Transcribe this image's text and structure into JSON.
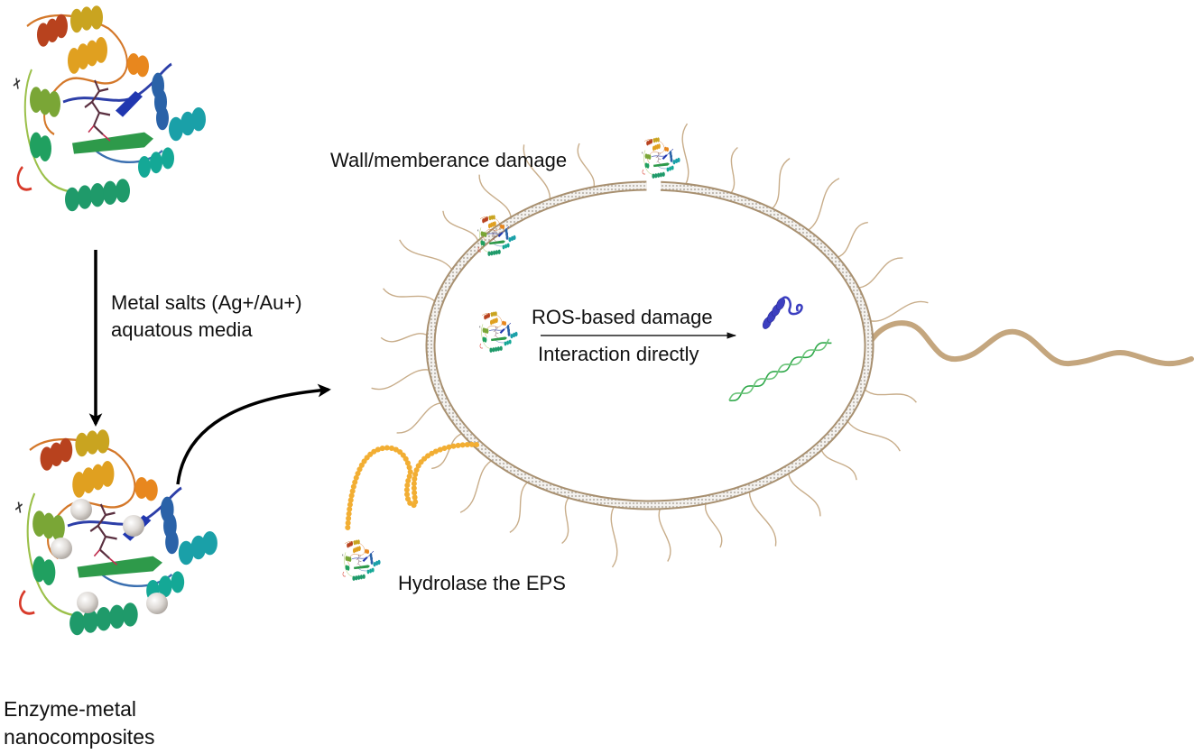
{
  "figure": {
    "title": "Antibacterial mechanism of enzyme-metal nanocomposites",
    "colors": {
      "membrane": "#a89070",
      "membrane_inner": "#e9e6e1",
      "fimbria": "#c8ad8a",
      "flagellum": "#c4a67e",
      "eps": "#f2ae33",
      "arrow": "#000000",
      "text": "#111111",
      "nanoparticle": "#d9d5d2",
      "target_protein": "#3c3fc0",
      "dna": "#2fa84a"
    }
  },
  "synthesis": {
    "enzyme_label": "enzyme-structure-icon",
    "step_label_line1": "Metal salts (Ag+/Au+)",
    "step_label_line2": "aquatous media",
    "product_label_line1": "Enzyme-metal",
    "product_label_line2": "nanocomposites",
    "nanoparticle_count": 5
  },
  "mechanisms": {
    "membrane_damage": "Wall/memberance damage",
    "ros_damage": "ROS-based damage",
    "direct_interaction": "Interaction directly",
    "eps_hydrolysis": "Hydrolase the EPS"
  },
  "cell": {
    "parts": [
      "cell-membrane",
      "fimbriae",
      "flagellum",
      "extracellular-polymeric-substance"
    ],
    "intracellular_targets": [
      "protein",
      "dna"
    ],
    "membrane_breach": true
  }
}
